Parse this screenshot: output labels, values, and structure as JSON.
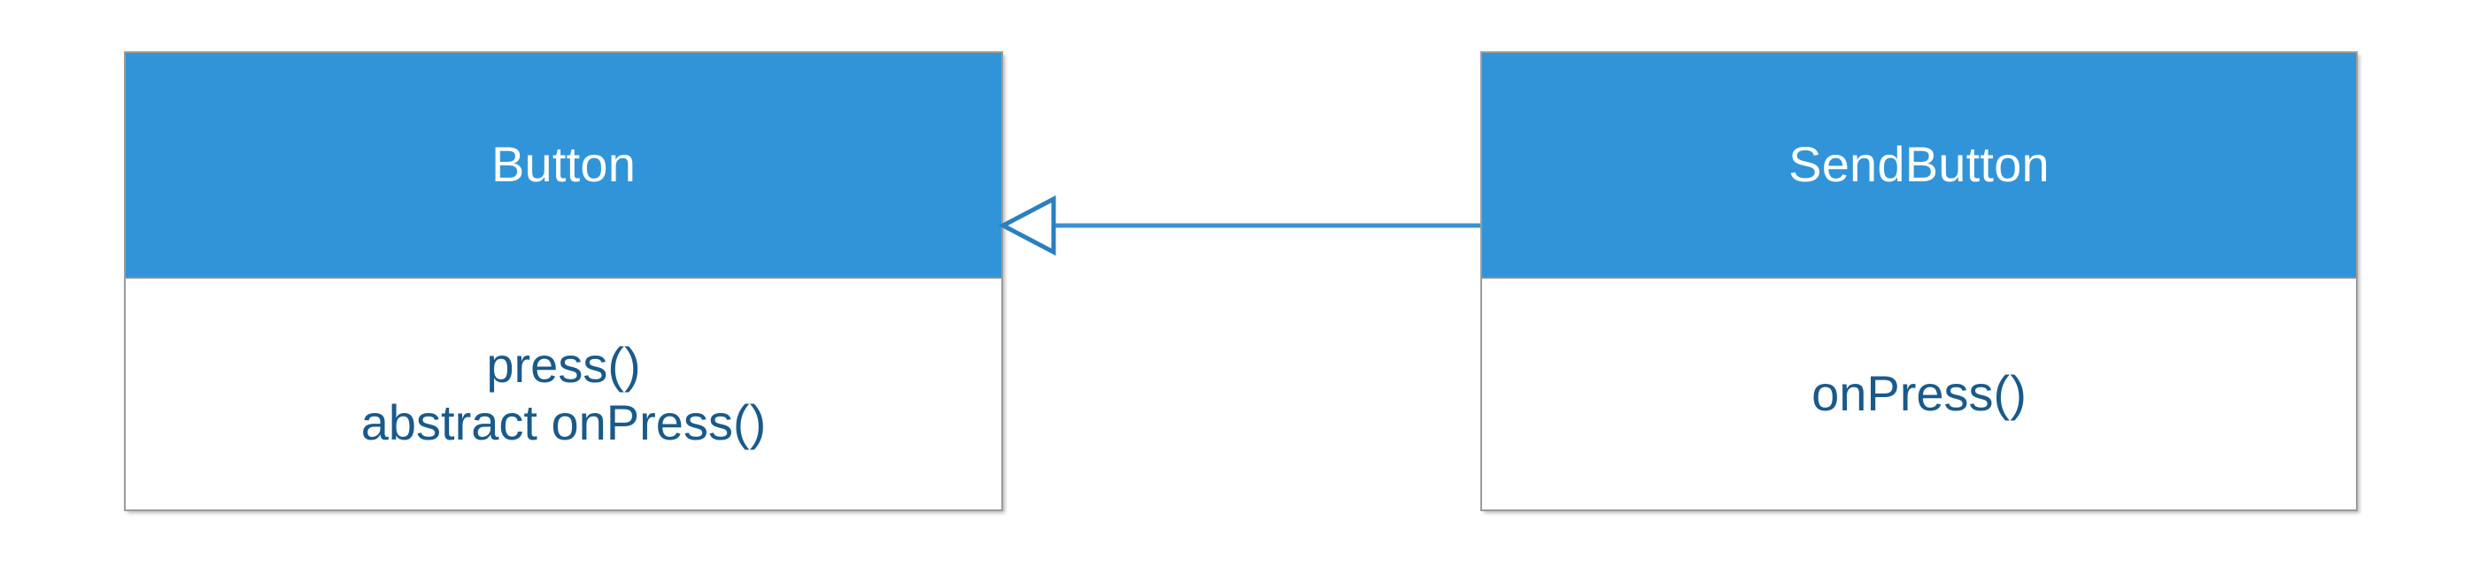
{
  "background_color": "#ffffff",
  "palette": {
    "header_fill": "#3194d8",
    "header_text": "#ffffff",
    "body_fill": "#ffffff",
    "member_text": "#1a5a8a",
    "border": "#9b9b9b",
    "connector": "#3d8fd1"
  },
  "diagram": {
    "type": "uml-class-diagram",
    "classes": [
      {
        "id": "button",
        "name": "Button",
        "members": [
          "press()",
          "abstract onPress()"
        ]
      },
      {
        "id": "sendbutton",
        "name": "SendButton",
        "members": [
          "onPress()"
        ]
      }
    ],
    "relationships": [
      {
        "id": "generalization-1",
        "kind": "generalization",
        "arrow": "hollow-triangle",
        "from": "SendButton",
        "to": "Button",
        "label": ""
      }
    ]
  }
}
